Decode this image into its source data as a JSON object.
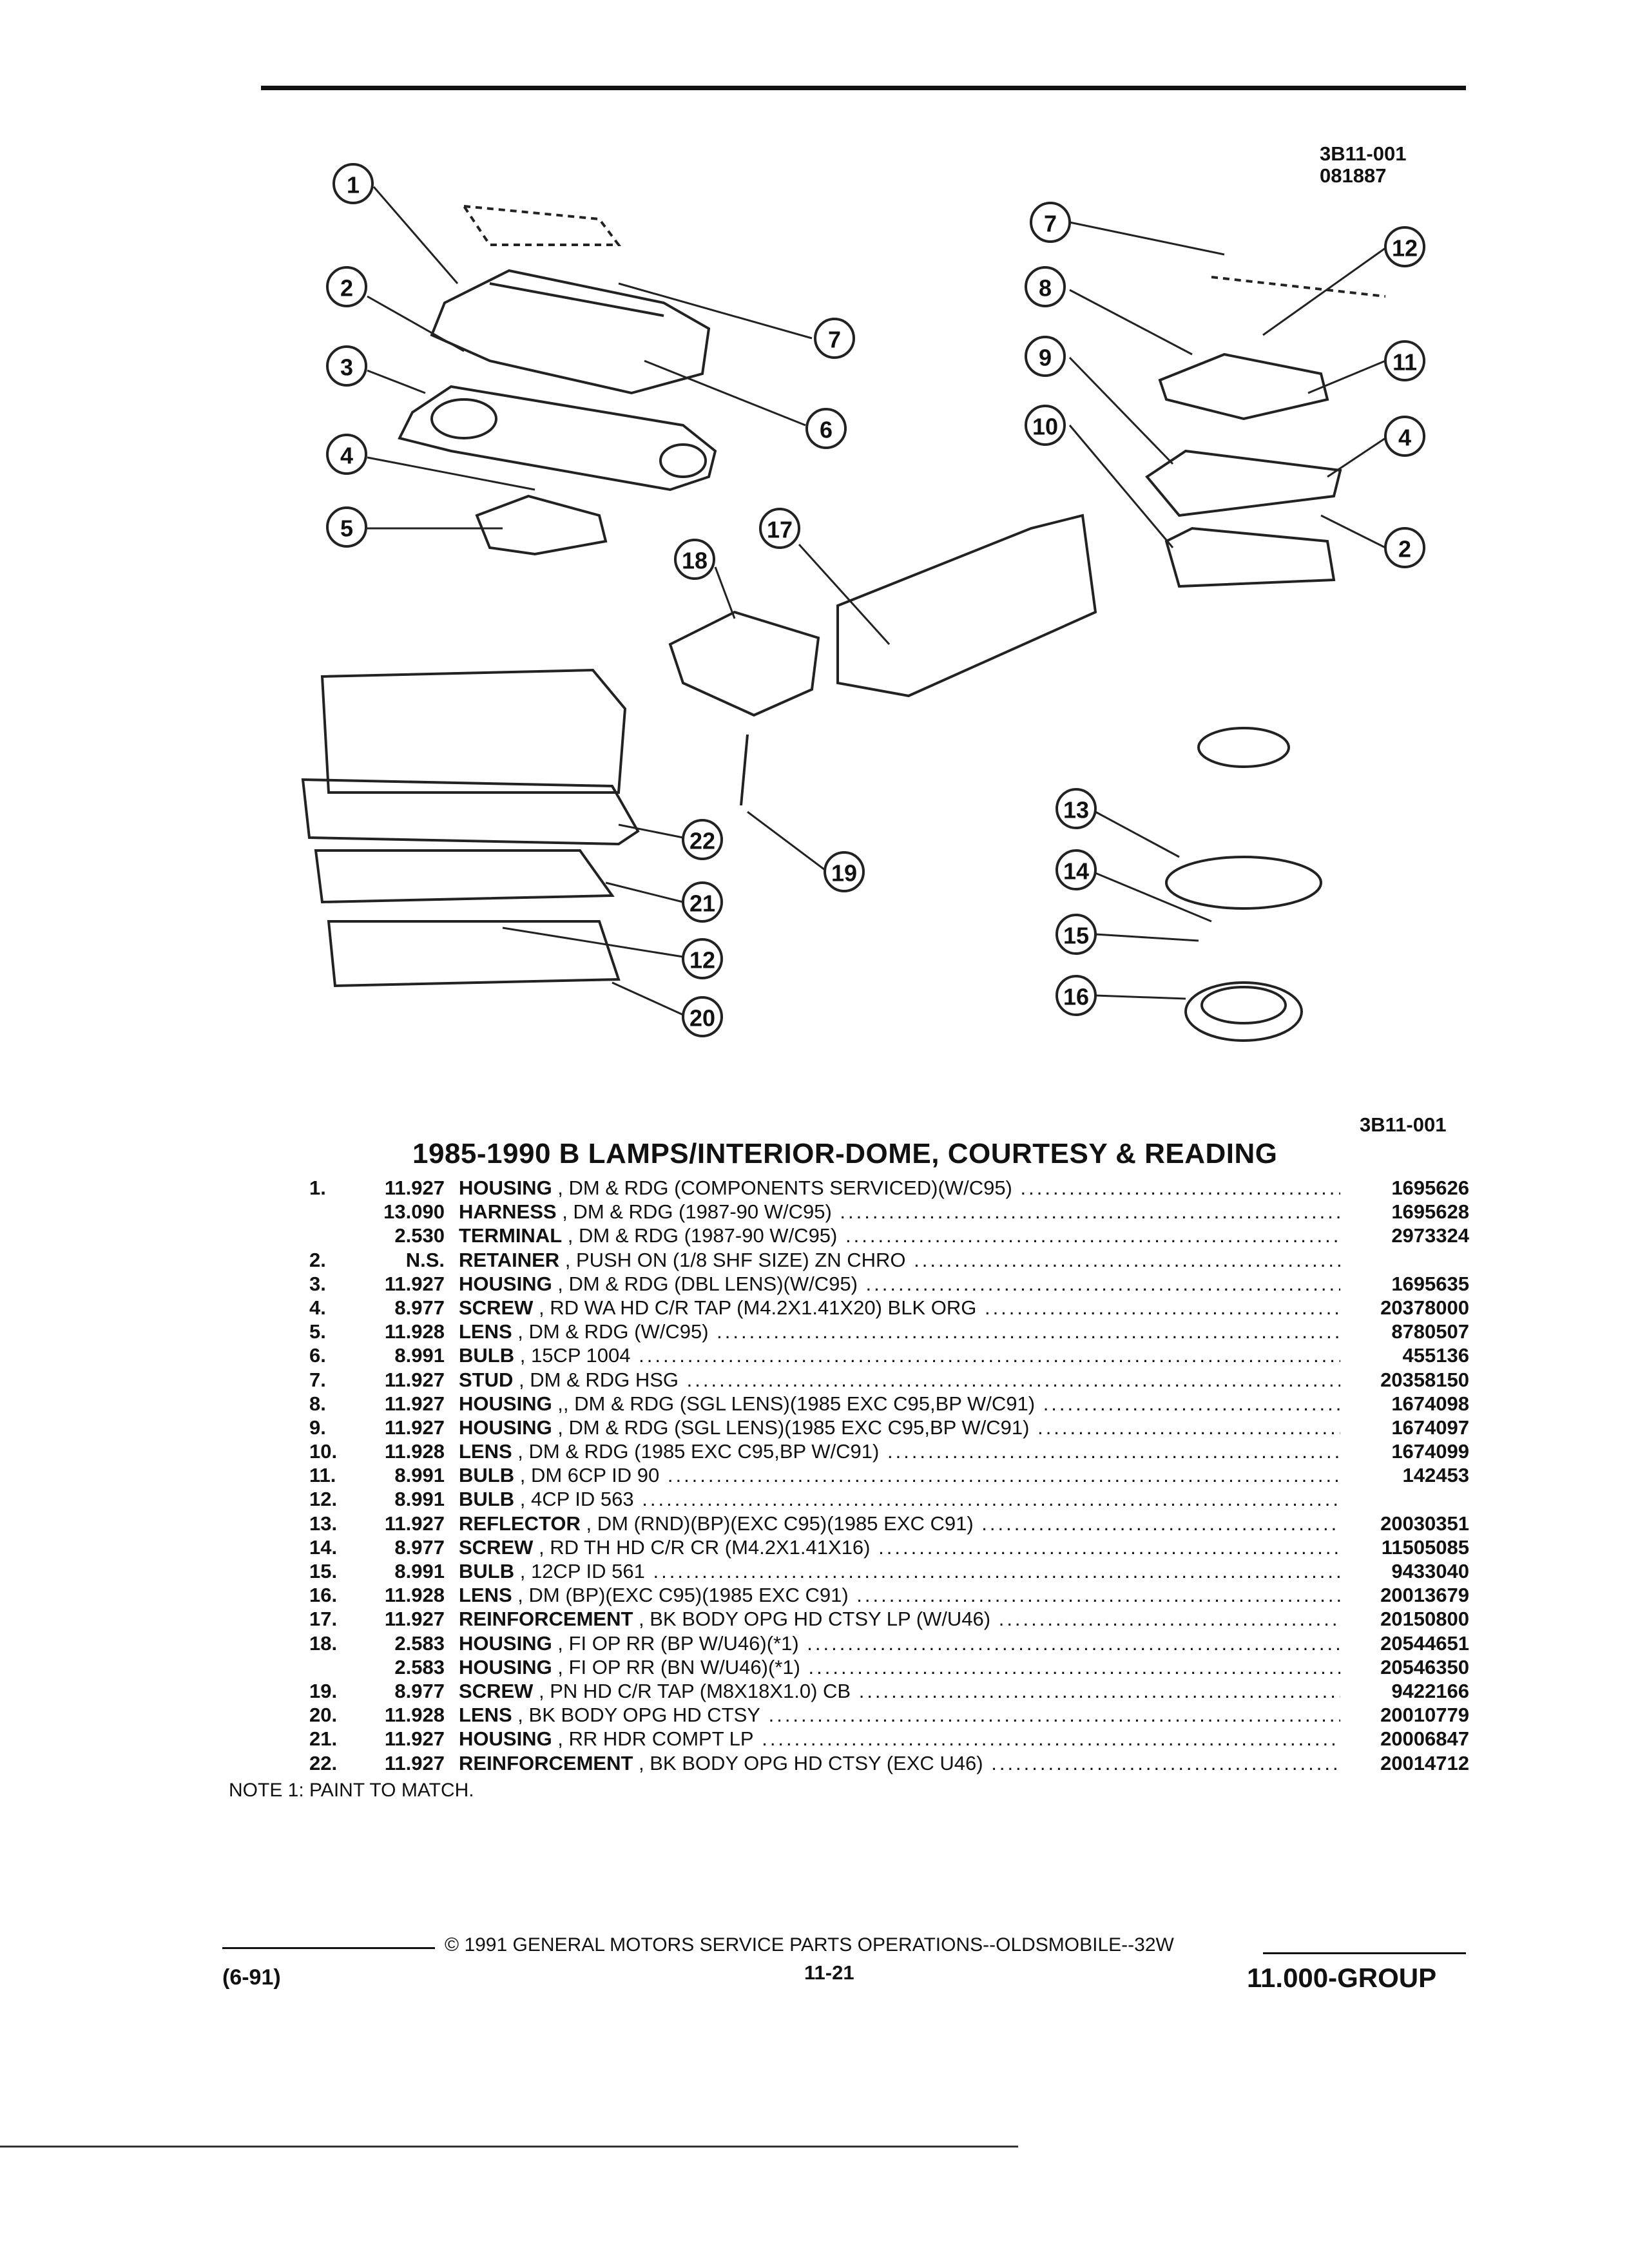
{
  "figure": {
    "code_top": "3B11-001",
    "date_code": "081887",
    "code_bottom": "3B11-001",
    "callouts": [
      "1",
      "2",
      "3",
      "4",
      "5",
      "6",
      "7",
      "8",
      "9",
      "10",
      "11",
      "12",
      "13",
      "14",
      "15",
      "16",
      "17",
      "18",
      "19",
      "20",
      "21",
      "22"
    ]
  },
  "title": "1985-1990 B LAMPS/INTERIOR-DOME, COURTESY & READING",
  "parts": [
    {
      "no": "1.",
      "grp": "11.927",
      "name": "HOUSING",
      "rest": " , DM & RDG (COMPONENTS SERVICED)(W/C95)",
      "pn": "1695626"
    },
    {
      "no": "",
      "grp": "13.090",
      "name": "HARNESS",
      "rest": " , DM & RDG (1987-90 W/C95)",
      "pn": "1695628"
    },
    {
      "no": "",
      "grp": "2.530",
      "name": "TERMINAL",
      "rest": " , DM & RDG (1987-90 W/C95)",
      "pn": "2973324"
    },
    {
      "no": "2.",
      "grp": "N.S.",
      "name": "RETAINER",
      "rest": " , PUSH ON (1/8 SHF SIZE) ZN CHRO",
      "pn": ""
    },
    {
      "no": "3.",
      "grp": "11.927",
      "name": "HOUSING",
      "rest": " , DM & RDG (DBL LENS)(W/C95)",
      "pn": "1695635"
    },
    {
      "no": "4.",
      "grp": "8.977",
      "name": "SCREW",
      "rest": " , RD WA HD C/R TAP (M4.2X1.41X20) BLK ORG",
      "pn": "20378000"
    },
    {
      "no": "5.",
      "grp": "11.928",
      "name": "LENS",
      "rest": " , DM & RDG (W/C95)",
      "pn": "8780507"
    },
    {
      "no": "6.",
      "grp": "8.991",
      "name": "BULB",
      "rest": " , 15CP 1004",
      "pn": "455136"
    },
    {
      "no": "7.",
      "grp": "11.927",
      "name": "STUD",
      "rest": " , DM & RDG HSG",
      "pn": "20358150"
    },
    {
      "no": "8.",
      "grp": "11.927",
      "name": "HOUSING",
      "rest": " ,, DM & RDG (SGL LENS)(1985 EXC C95,BP W/C91)",
      "pn": "1674098"
    },
    {
      "no": "9.",
      "grp": "11.927",
      "name": "HOUSING",
      "rest": " , DM & RDG (SGL LENS)(1985 EXC C95,BP W/C91)",
      "pn": "1674097"
    },
    {
      "no": "10.",
      "grp": "11.928",
      "name": "LENS",
      "rest": " , DM & RDG (1985 EXC C95,BP W/C91)",
      "pn": "1674099"
    },
    {
      "no": "11.",
      "grp": "8.991",
      "name": "BULB",
      "rest": " , DM 6CP ID 90",
      "pn": "142453"
    },
    {
      "no": "12.",
      "grp": "8.991",
      "name": "BULB",
      "rest": " , 4CP ID 563",
      "pn": ""
    },
    {
      "no": "13.",
      "grp": "11.927",
      "name": "REFLECTOR",
      "rest": " , DM (RND)(BP)(EXC C95)(1985 EXC C91)",
      "pn": "20030351"
    },
    {
      "no": "14.",
      "grp": "8.977",
      "name": "SCREW",
      "rest": " , RD TH HD C/R CR (M4.2X1.41X16)",
      "pn": "11505085"
    },
    {
      "no": "15.",
      "grp": "8.991",
      "name": "BULB",
      "rest": " , 12CP ID 561",
      "pn": "9433040"
    },
    {
      "no": "16.",
      "grp": "11.928",
      "name": "LENS",
      "rest": " , DM (BP)(EXC C95)(1985 EXC C91)",
      "pn": "20013679"
    },
    {
      "no": "17.",
      "grp": "11.927",
      "name": "REINFORCEMENT",
      "rest": " , BK BODY OPG HD CTSY LP (W/U46)",
      "pn": "20150800"
    },
    {
      "no": "18.",
      "grp": "2.583",
      "name": "HOUSING",
      "rest": " , FI OP RR (BP W/U46)(*1)",
      "pn": "20544651"
    },
    {
      "no": "",
      "grp": "2.583",
      "name": "HOUSING",
      "rest": " , FI OP RR (BN W/U46)(*1)",
      "pn": "20546350"
    },
    {
      "no": "19.",
      "grp": "8.977",
      "name": "SCREW",
      "rest": " , PN HD C/R TAP (M8X18X1.0) CB",
      "pn": "9422166"
    },
    {
      "no": "20.",
      "grp": "11.928",
      "name": "LENS",
      "rest": " , BK BODY OPG HD CTSY",
      "pn": "20010779"
    },
    {
      "no": "21.",
      "grp": "11.927",
      "name": "HOUSING",
      "rest": " , RR HDR COMPT LP",
      "pn": "20006847"
    },
    {
      "no": "22.",
      "grp": "11.927",
      "name": "REINFORCEMENT",
      "rest": " , BK BODY OPG HD CTSY (EXC U46)",
      "pn": "20014712"
    }
  ],
  "note": "NOTE  1:  PAINT TO MATCH.",
  "footer": {
    "date": "(6-91)",
    "copyright": "© 1991 GENERAL MOTORS SERVICE PARTS OPERATIONS--OLDSMOBILE--32W",
    "page": "11-21",
    "group": "11.000-GROUP"
  }
}
